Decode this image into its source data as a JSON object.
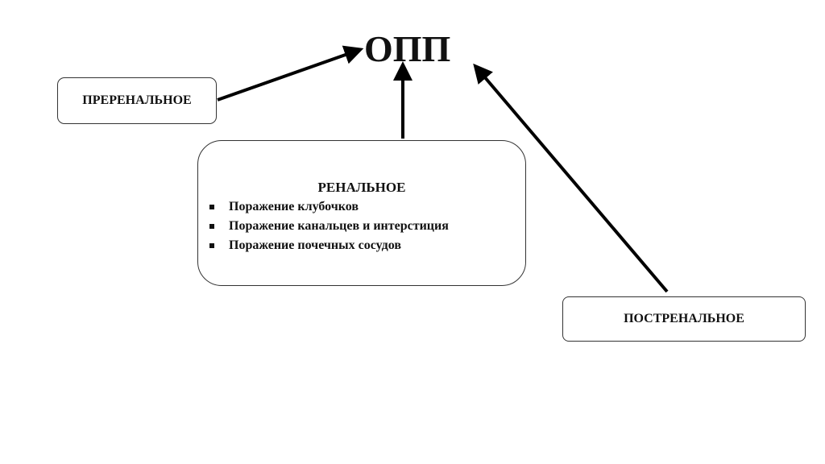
{
  "title": "ОПП",
  "prerenal": "ПРЕРЕНАЛЬНОЕ",
  "renal": {
    "title": "РЕНАЛЬНОЕ",
    "items": [
      "Поражение клубочков",
      "Поражение канальцев и интерстиция",
      "Поражение почечных сосудов"
    ]
  },
  "postrenal": "ПОСТРЕНАЛЬНОЕ"
}
